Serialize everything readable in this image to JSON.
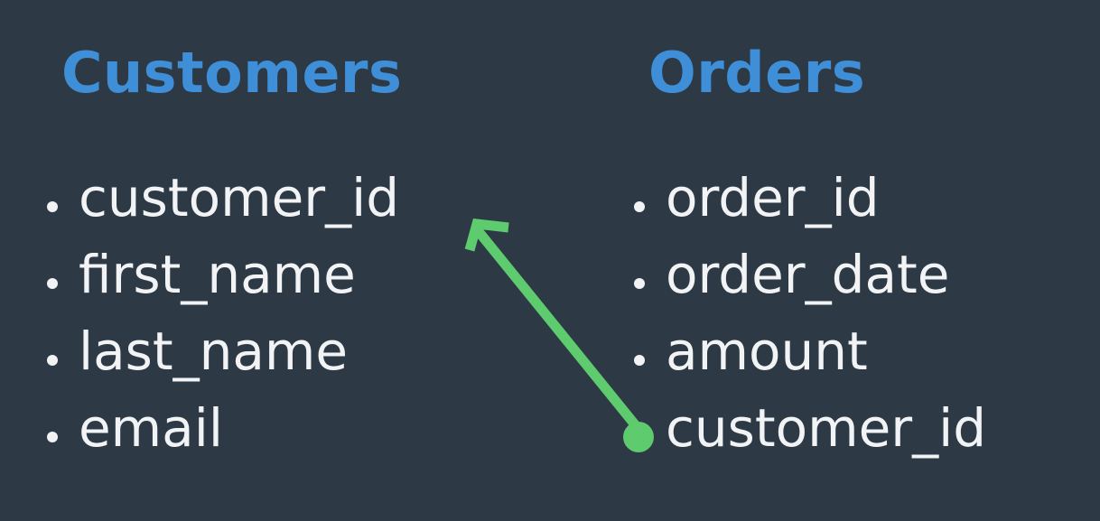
{
  "customers": {
    "title": "Customers",
    "fields": [
      "customer_id",
      "first_name",
      "last_name",
      "email"
    ]
  },
  "orders": {
    "title": "Orders",
    "fields": [
      "order_id",
      "order_date",
      "amount",
      "customer_id"
    ]
  },
  "colors": {
    "background": "#2d3a46",
    "title": "#3f8fd8",
    "text": "#f1f3f5",
    "arrow": "#5dcb6e"
  }
}
